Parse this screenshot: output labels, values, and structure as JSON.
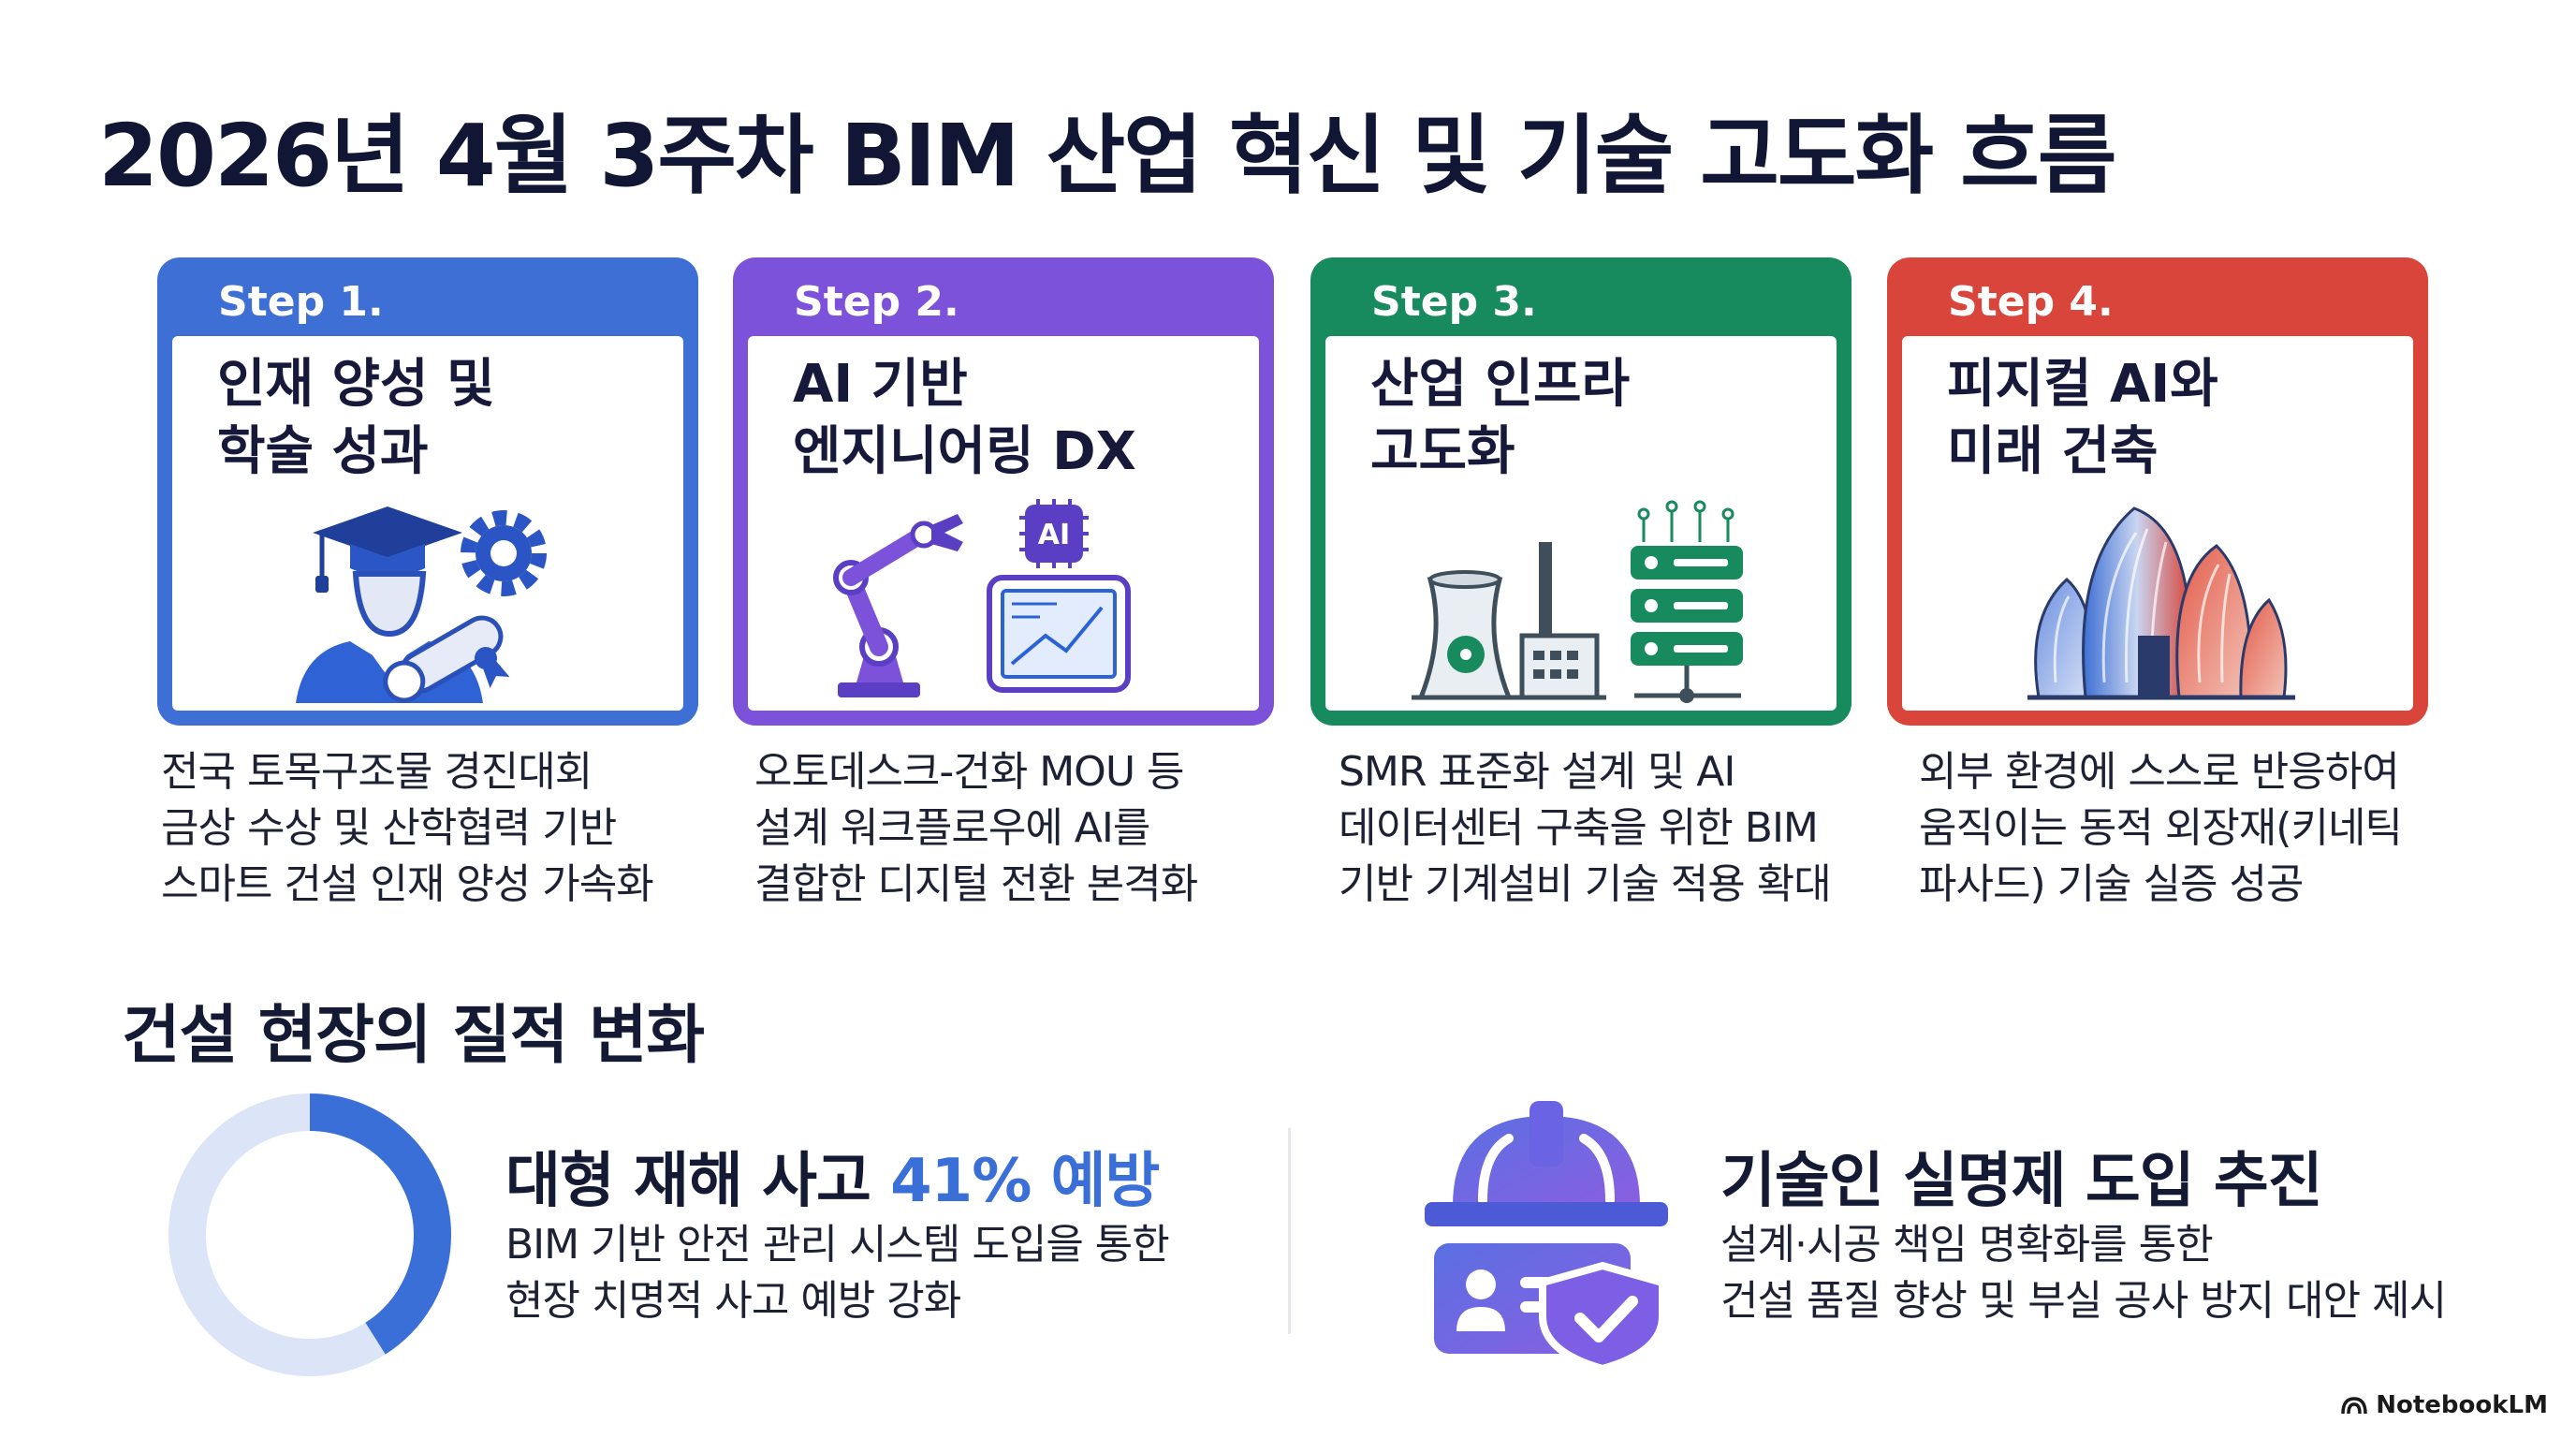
{
  "title": "2026년 4월 3주차 BIM 산업 혁신 및 기술 고도화 흐름",
  "colors": {
    "step1": "#3d6fd4",
    "step2": "#7b52d9",
    "step3": "#178a5e",
    "step4": "#d9453a",
    "accent": "#3b6fd8"
  },
  "steps": [
    {
      "label": "Step 1.",
      "heading_lines": [
        "인재 양성 및",
        "학술 성과"
      ],
      "icon": "graduate-gear-diploma-icon",
      "desc_lines": [
        "전국 토목구조물 경진대회",
        "금상 수상 및 산학협력 기반",
        "스마트 건설 인재 양성 가속화"
      ]
    },
    {
      "label": "Step 2.",
      "heading_lines": [
        "AI 기반",
        "엔지니어링 DX"
      ],
      "icon": "robot-arm-ai-chip-icon",
      "chip_text": "AI",
      "desc_lines": [
        "오토데스크-건화 MOU 등",
        "설계 워크플로우에 AI를",
        "결합한 디지털 전환 본격화"
      ]
    },
    {
      "label": "Step 3.",
      "heading_lines": [
        "산업 인프라",
        "고도화"
      ],
      "icon": "power-plant-server-icon",
      "desc_lines": [
        "SMR 표준화 설계 및 AI",
        "데이터센터 구축을 위한 BIM",
        "기반 기계설비 기술 적용 확대"
      ]
    },
    {
      "label": "Step 4.",
      "heading_lines": [
        "피지컬 AI와",
        "미래 건축"
      ],
      "icon": "kinetic-facade-building-icon",
      "desc_lines": [
        "외부 환경에 스스로 반응하여",
        "움직이는 동적 외장재(키네틱",
        "파사드) 기술 실증 성공"
      ]
    }
  ],
  "section_title": "건설 현장의 질적 변화",
  "stat": {
    "headline_prefix": "대형 재해 사고 ",
    "headline_accent": "41% 예방",
    "percent": 41,
    "sub_lines": [
      "BIM 기반 안전 관리 시스템 도입을 통한",
      "현장 치명적 사고 예방 강화"
    ]
  },
  "tech": {
    "headline": "기술인 실명제 도입 추진",
    "icon": "hardhat-id-shield-icon",
    "sub_lines": [
      "설계·시공 책임 명확화를 통한",
      "건설 품질 향상 및 부실 공사 방지 대안 제시"
    ]
  },
  "brand": "NotebookLM"
}
